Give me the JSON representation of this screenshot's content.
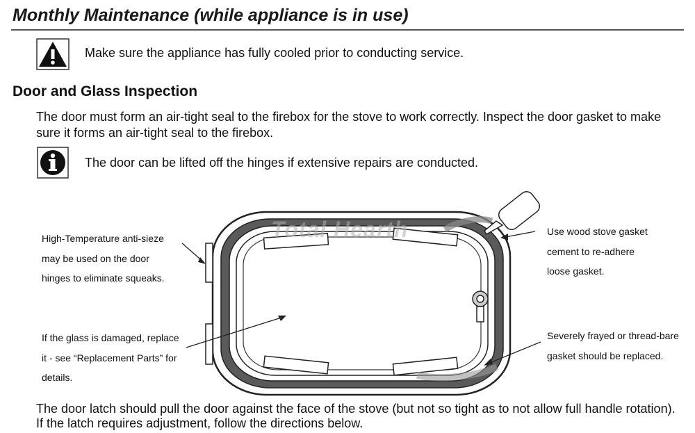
{
  "header": {
    "title": "Monthly Maintenance (while appliance is in use)"
  },
  "warning": {
    "icon": "warning-triangle-icon",
    "text": "Make sure the appliance has fully cooled prior to conducting service."
  },
  "section": {
    "title": "Door and Glass Inspection",
    "intro": "The door must form an air-tight seal to the firebox for the stove to work correctly.  Inspect the door gasket to make sure it forms an air-tight seal to the firebox."
  },
  "info": {
    "icon": "info-icon",
    "text": "The door can be lifted off the hinges if extensive repairs are conducted."
  },
  "diagram": {
    "watermark": "Total Hearth",
    "callouts": {
      "hinges": "High-Temperature anti-sieze\nmay be used on the door\nhinges to eliminate squeaks.",
      "gasket_cement": "Use wood stove gasket\ncement to re-adhere\nloose gasket.",
      "glass": "If the glass is damaged, replace\nit - see “Replacement Parts” for\ndetails.",
      "frayed": "Severely frayed or thread-bare\ngasket should be replaced."
    }
  },
  "footer": {
    "latch_text": "The door latch should pull the door against the face of the stove (but not so tight as to not allow full handle rotation).  If the latch requires adjustment, follow the directions below."
  },
  "colors": {
    "gasket": "#555555",
    "rule": "#555555",
    "text": "#111111"
  }
}
